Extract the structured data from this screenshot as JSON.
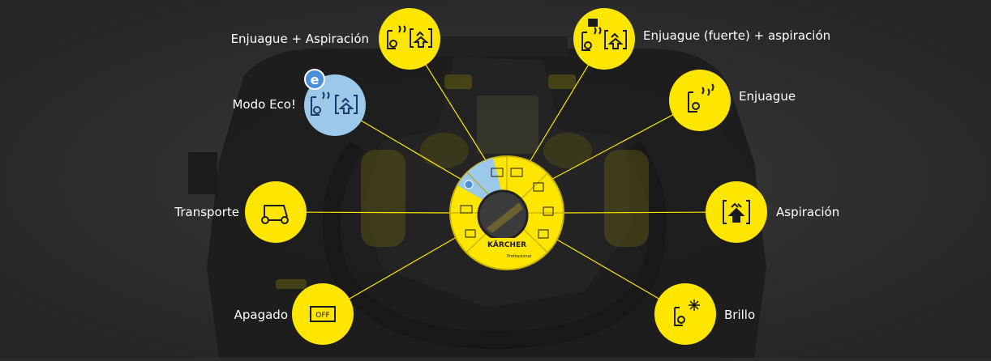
{
  "labels": {
    "rinse_suction": "Enjuague + Aspiración",
    "rinse_strong_suction": "Enjuague (fuerte) + aspiración",
    "eco_mode": "Modo Eco!",
    "rinse": "Enjuague",
    "transport": "Transporte",
    "suction": "Aspiración",
    "off": "Apagado",
    "shine": "Brillo"
  },
  "eco_badge": "e",
  "off_icon_text": "OFF",
  "dial": {
    "brand": "KÄRCHER",
    "subtitle": "Professional"
  },
  "colors": {
    "yellow": "#FFE600",
    "eco_blue": "#9CC8EA",
    "eco_badge": "#4A90D9",
    "line": "#FFE600",
    "background": "#2b2b2b",
    "icon": "#1a1a1a"
  }
}
